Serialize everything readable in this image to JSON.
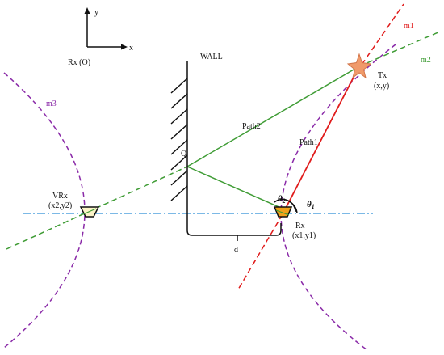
{
  "axes": {
    "y_label": "y",
    "x_label": "x",
    "origin_label": "Rx (O)"
  },
  "wall": {
    "label": "WALL"
  },
  "tx": {
    "label": "Tx",
    "coords": "(x,y)"
  },
  "rx": {
    "label": "Rx",
    "coords": "(x1,y1)"
  },
  "vrx": {
    "label": "VRx",
    "coords": "(x2,y2)"
  },
  "reflection_point": "Q",
  "paths": {
    "path1": "Path1",
    "path2": "Path2"
  },
  "distance_label": "d",
  "angles": {
    "theta": "θ",
    "theta1_sub": "1",
    "theta2_sub": "2"
  },
  "curves": {
    "m1": "m1",
    "m2": "m2",
    "m3": "m3"
  },
  "colors": {
    "m1": "#e01b1b",
    "m2": "#3f9c35",
    "m3": "#8a2aa8",
    "baseline": "#2f8fd6",
    "tx_star": "#f09a6a",
    "rx_fill": "#f0a21b",
    "black": "#111111"
  }
}
